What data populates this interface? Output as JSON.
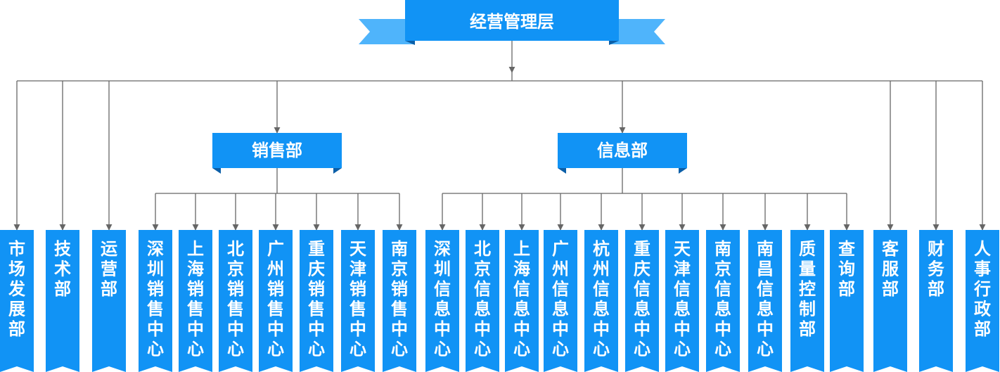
{
  "chart_data": {
    "type": "org_chart",
    "colors": {
      "box": "#1193f5",
      "box_light": "#4fb4fb",
      "fold": "#0b5fa8",
      "line": "#666666",
      "text": "#ffffff"
    },
    "root": {
      "label": "经营管理层",
      "children": [
        {
          "label": "市场发展部"
        },
        {
          "label": "技术部"
        },
        {
          "label": "运营部"
        },
        {
          "label": "销售部",
          "children": [
            {
              "label": "深圳销售中心"
            },
            {
              "label": "上海销售中心"
            },
            {
              "label": "北京销售中心"
            },
            {
              "label": "广州销售中心"
            },
            {
              "label": "重庆销售中心"
            },
            {
              "label": "天津销售中心"
            },
            {
              "label": "南京销售中心"
            }
          ]
        },
        {
          "label": "信息部",
          "children": [
            {
              "label": "深圳信息中心"
            },
            {
              "label": "北京信息中心"
            },
            {
              "label": "上海信息中心"
            },
            {
              "label": "广州信息中心"
            },
            {
              "label": "杭州信息中心"
            },
            {
              "label": "重庆信息中心"
            },
            {
              "label": "天津信息中心"
            },
            {
              "label": "南京信息中心"
            },
            {
              "label": "南昌信息中心"
            },
            {
              "label": "质量控制部"
            },
            {
              "label": "查询部"
            }
          ]
        },
        {
          "label": "客服部"
        },
        {
          "label": "财务部"
        },
        {
          "label": "人事行政部"
        }
      ]
    }
  }
}
